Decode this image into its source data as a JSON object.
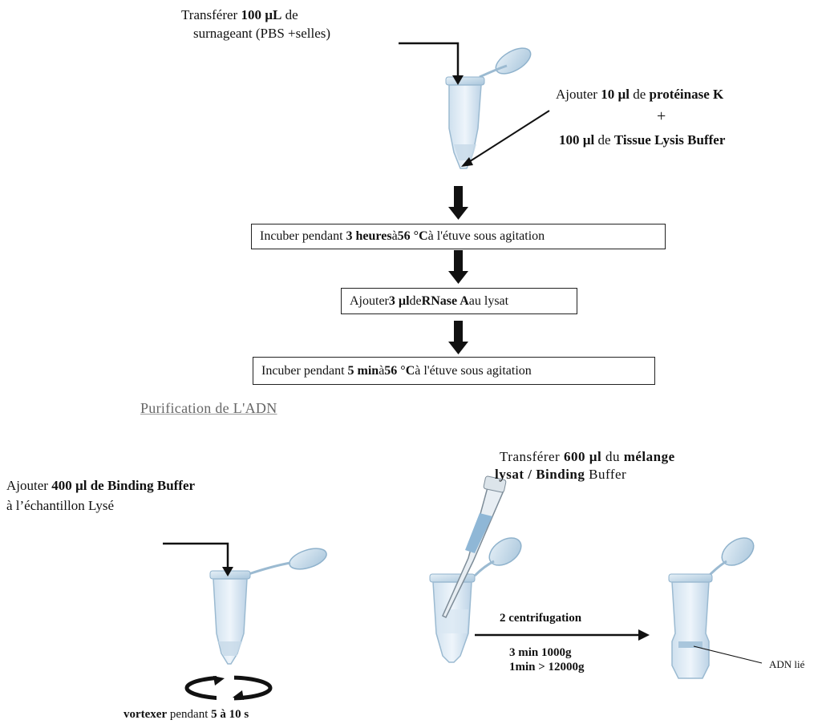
{
  "step1": {
    "line1_a": "Transférer ",
    "line1_b": "100 µL",
    "line1_c": " de",
    "line2": "surnageant  (PBS +selles)"
  },
  "step2": {
    "line1_a": "Ajouter ",
    "line1_b": "10 µl",
    "line1_c": " de ",
    "line1_d": "protéinase  K",
    "plus": "+",
    "line2_a": "100 µl",
    "line2_b": " de ",
    "line2_c": "Tissue  Lysis Buffer"
  },
  "box1": {
    "a": "Incuber  pendant ",
    "b": "3 heures",
    "c": " à ",
    "d": "56 °C",
    "e": " à l'étuve sous agitation"
  },
  "box2": {
    "a": "Ajouter ",
    "b": "3 µl",
    "c": " de ",
    "d": "RNase A",
    "e": " au lysat"
  },
  "box3": {
    "a": "Incuber  pendant ",
    "b": "5 min",
    "c": " à ",
    "d": "56 °C",
    "e": " à l'étuve sous agitation"
  },
  "section_title": "Purification de L'ADN",
  "binding": {
    "line1_a": "Ajouter ",
    "line1_b": "400 µl de Binding Buffer",
    "line2": "à l’échantillon Lysé"
  },
  "vortex": {
    "a": "vortexer",
    "b": " pendant  ",
    "c": "5 à 10 s"
  },
  "transfer": {
    "line1_a": "Transférer ",
    "line1_b": "600 µl",
    "line1_c": " du ",
    "line1_d": "mélange",
    "line2_a": "lysat / Binding",
    "line2_b": " Buffer"
  },
  "centrifuge": {
    "title": "2 centrifugation",
    "line1": "3 min 1000g",
    "line2": "1min > 12000g"
  },
  "adn_label": "ADN lié"
}
